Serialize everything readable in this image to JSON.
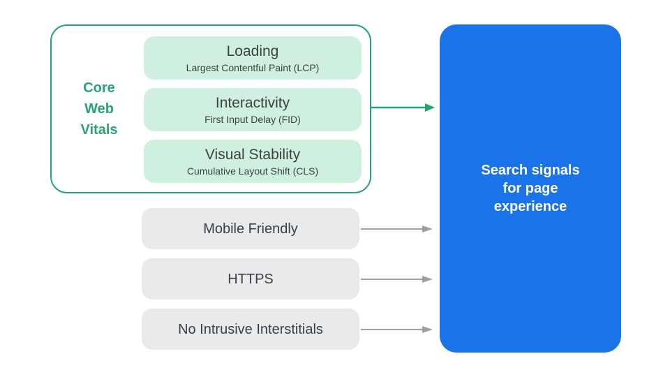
{
  "colors": {
    "green": "#26A573",
    "green_light": "#CFF0DE",
    "blue": "#1A73E8",
    "gray_box": "#E9EAEC",
    "text_dark": "#3C4043",
    "arrow_gray": "#9AA0A6",
    "background": "#FFFFFF"
  },
  "core_web_vitals": {
    "label": "Core Web Vitals",
    "items": [
      {
        "title": "Loading",
        "subtitle": "Largest Contentful Paint (LCP)"
      },
      {
        "title": "Interactivity",
        "subtitle": "First Input Delay (FID)"
      },
      {
        "title": "Visual Stability",
        "subtitle": "Cumulative Layout Shift (CLS)"
      }
    ]
  },
  "other_signals": [
    {
      "label": "Mobile Friendly"
    },
    {
      "label": "HTTPS"
    },
    {
      "label": "No Intrusive Interstitials"
    }
  ],
  "result": {
    "label": "Search signals for page experience"
  }
}
